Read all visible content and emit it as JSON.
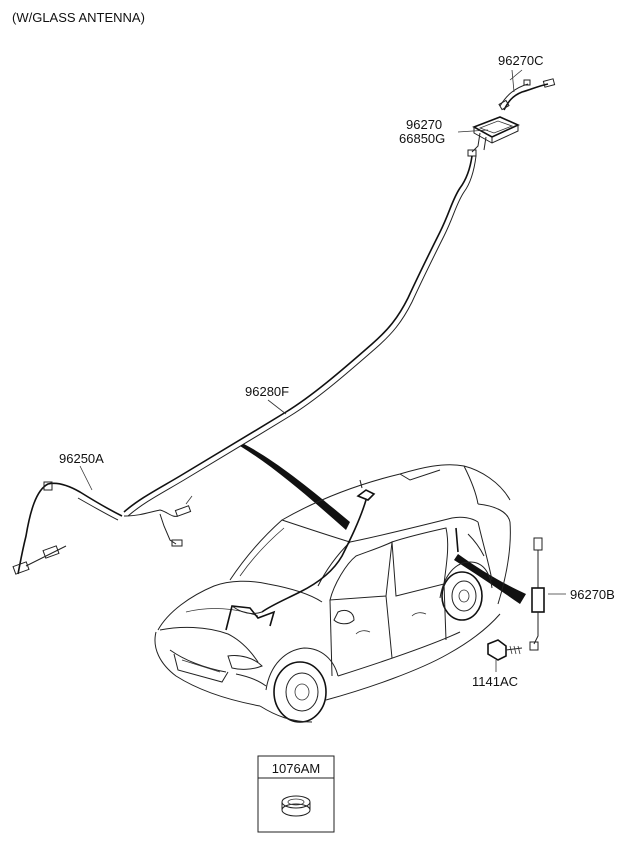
{
  "diagram": {
    "title": "(W/GLASS ANTENNA)",
    "labels": {
      "p96270C": "96270C",
      "p96270": "96270",
      "p66850G": "66850G",
      "p96280F": "96280F",
      "p96250A": "96250A",
      "p96270B": "96270B",
      "p1141AC": "1141AC"
    },
    "legend_box": {
      "part_number": "1076AM"
    },
    "colors": {
      "line": "#222222",
      "arrow_fill": "#111111",
      "background": "#ffffff"
    }
  }
}
